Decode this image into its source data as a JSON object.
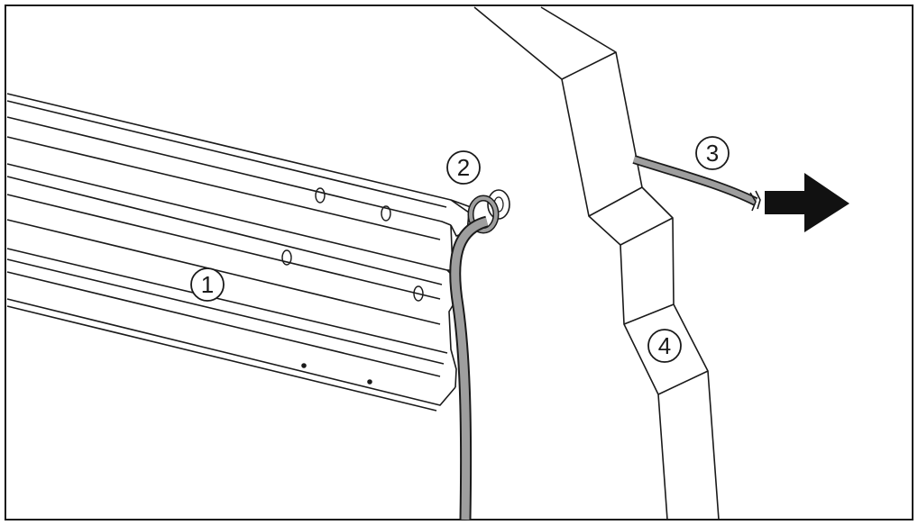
{
  "diagram": {
    "callouts": [
      {
        "id": "rail",
        "label": "1"
      },
      {
        "id": "grommet",
        "label": "2"
      },
      {
        "id": "cable",
        "label": "3"
      },
      {
        "id": "wall",
        "label": "4"
      }
    ]
  },
  "colors": {
    "line": "#1a1a1a",
    "cable": "#9e9e9e",
    "arrow": "#111111",
    "background": "#ffffff"
  }
}
